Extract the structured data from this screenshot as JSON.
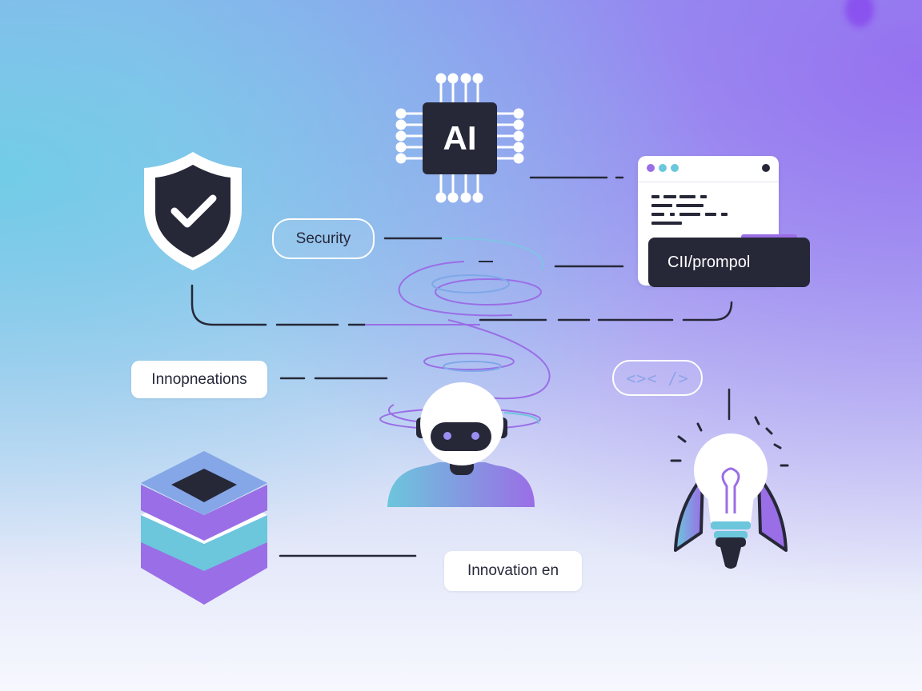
{
  "labels": {
    "security": "Security",
    "innopneations": "Innopneations",
    "innovation_en": "Innovation en",
    "cli_prompol": "CII/prompol",
    "chip_text": "AI",
    "code_tag": "<>< />"
  },
  "icons": {
    "shield": "shield-check-icon",
    "chip": "ai-chip-icon",
    "browser": "browser-window-icon",
    "robot": "robot-head-icon",
    "layers": "layer-stack-icon",
    "bulb": "lightbulb-rocket-icon",
    "code": "code-brackets-icon"
  },
  "colors": {
    "dark": "#262838",
    "purple": "#9a6ee6",
    "teal": "#6cc6dc",
    "white": "#ffffff"
  }
}
